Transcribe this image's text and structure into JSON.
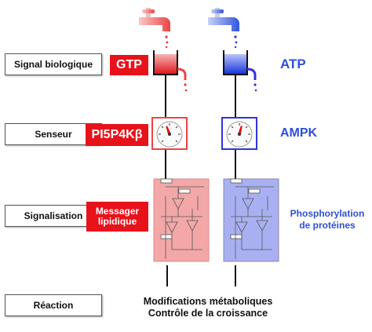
{
  "rows": {
    "signal": "Signal biologique",
    "sensor": "Senseur",
    "signaling": "Signalisation",
    "reaction": "Réaction"
  },
  "left_path": {
    "signal": "GTP",
    "sensor": "PI5P4Kβ",
    "signaling": [
      "Messager",
      "lipidique"
    ]
  },
  "right_path": {
    "signal": "ATP",
    "sensor": "AMPK",
    "signaling": [
      "Phosphorylation",
      "de protéines"
    ]
  },
  "reaction_lines": [
    "Modifications métaboliques",
    "Contrôle de la croissance"
  ],
  "colors": {
    "red": "#e8121b",
    "blue": "#2f4fd6",
    "pink_board": "#f4a7a7",
    "blue_board": "#a9b0f2"
  }
}
